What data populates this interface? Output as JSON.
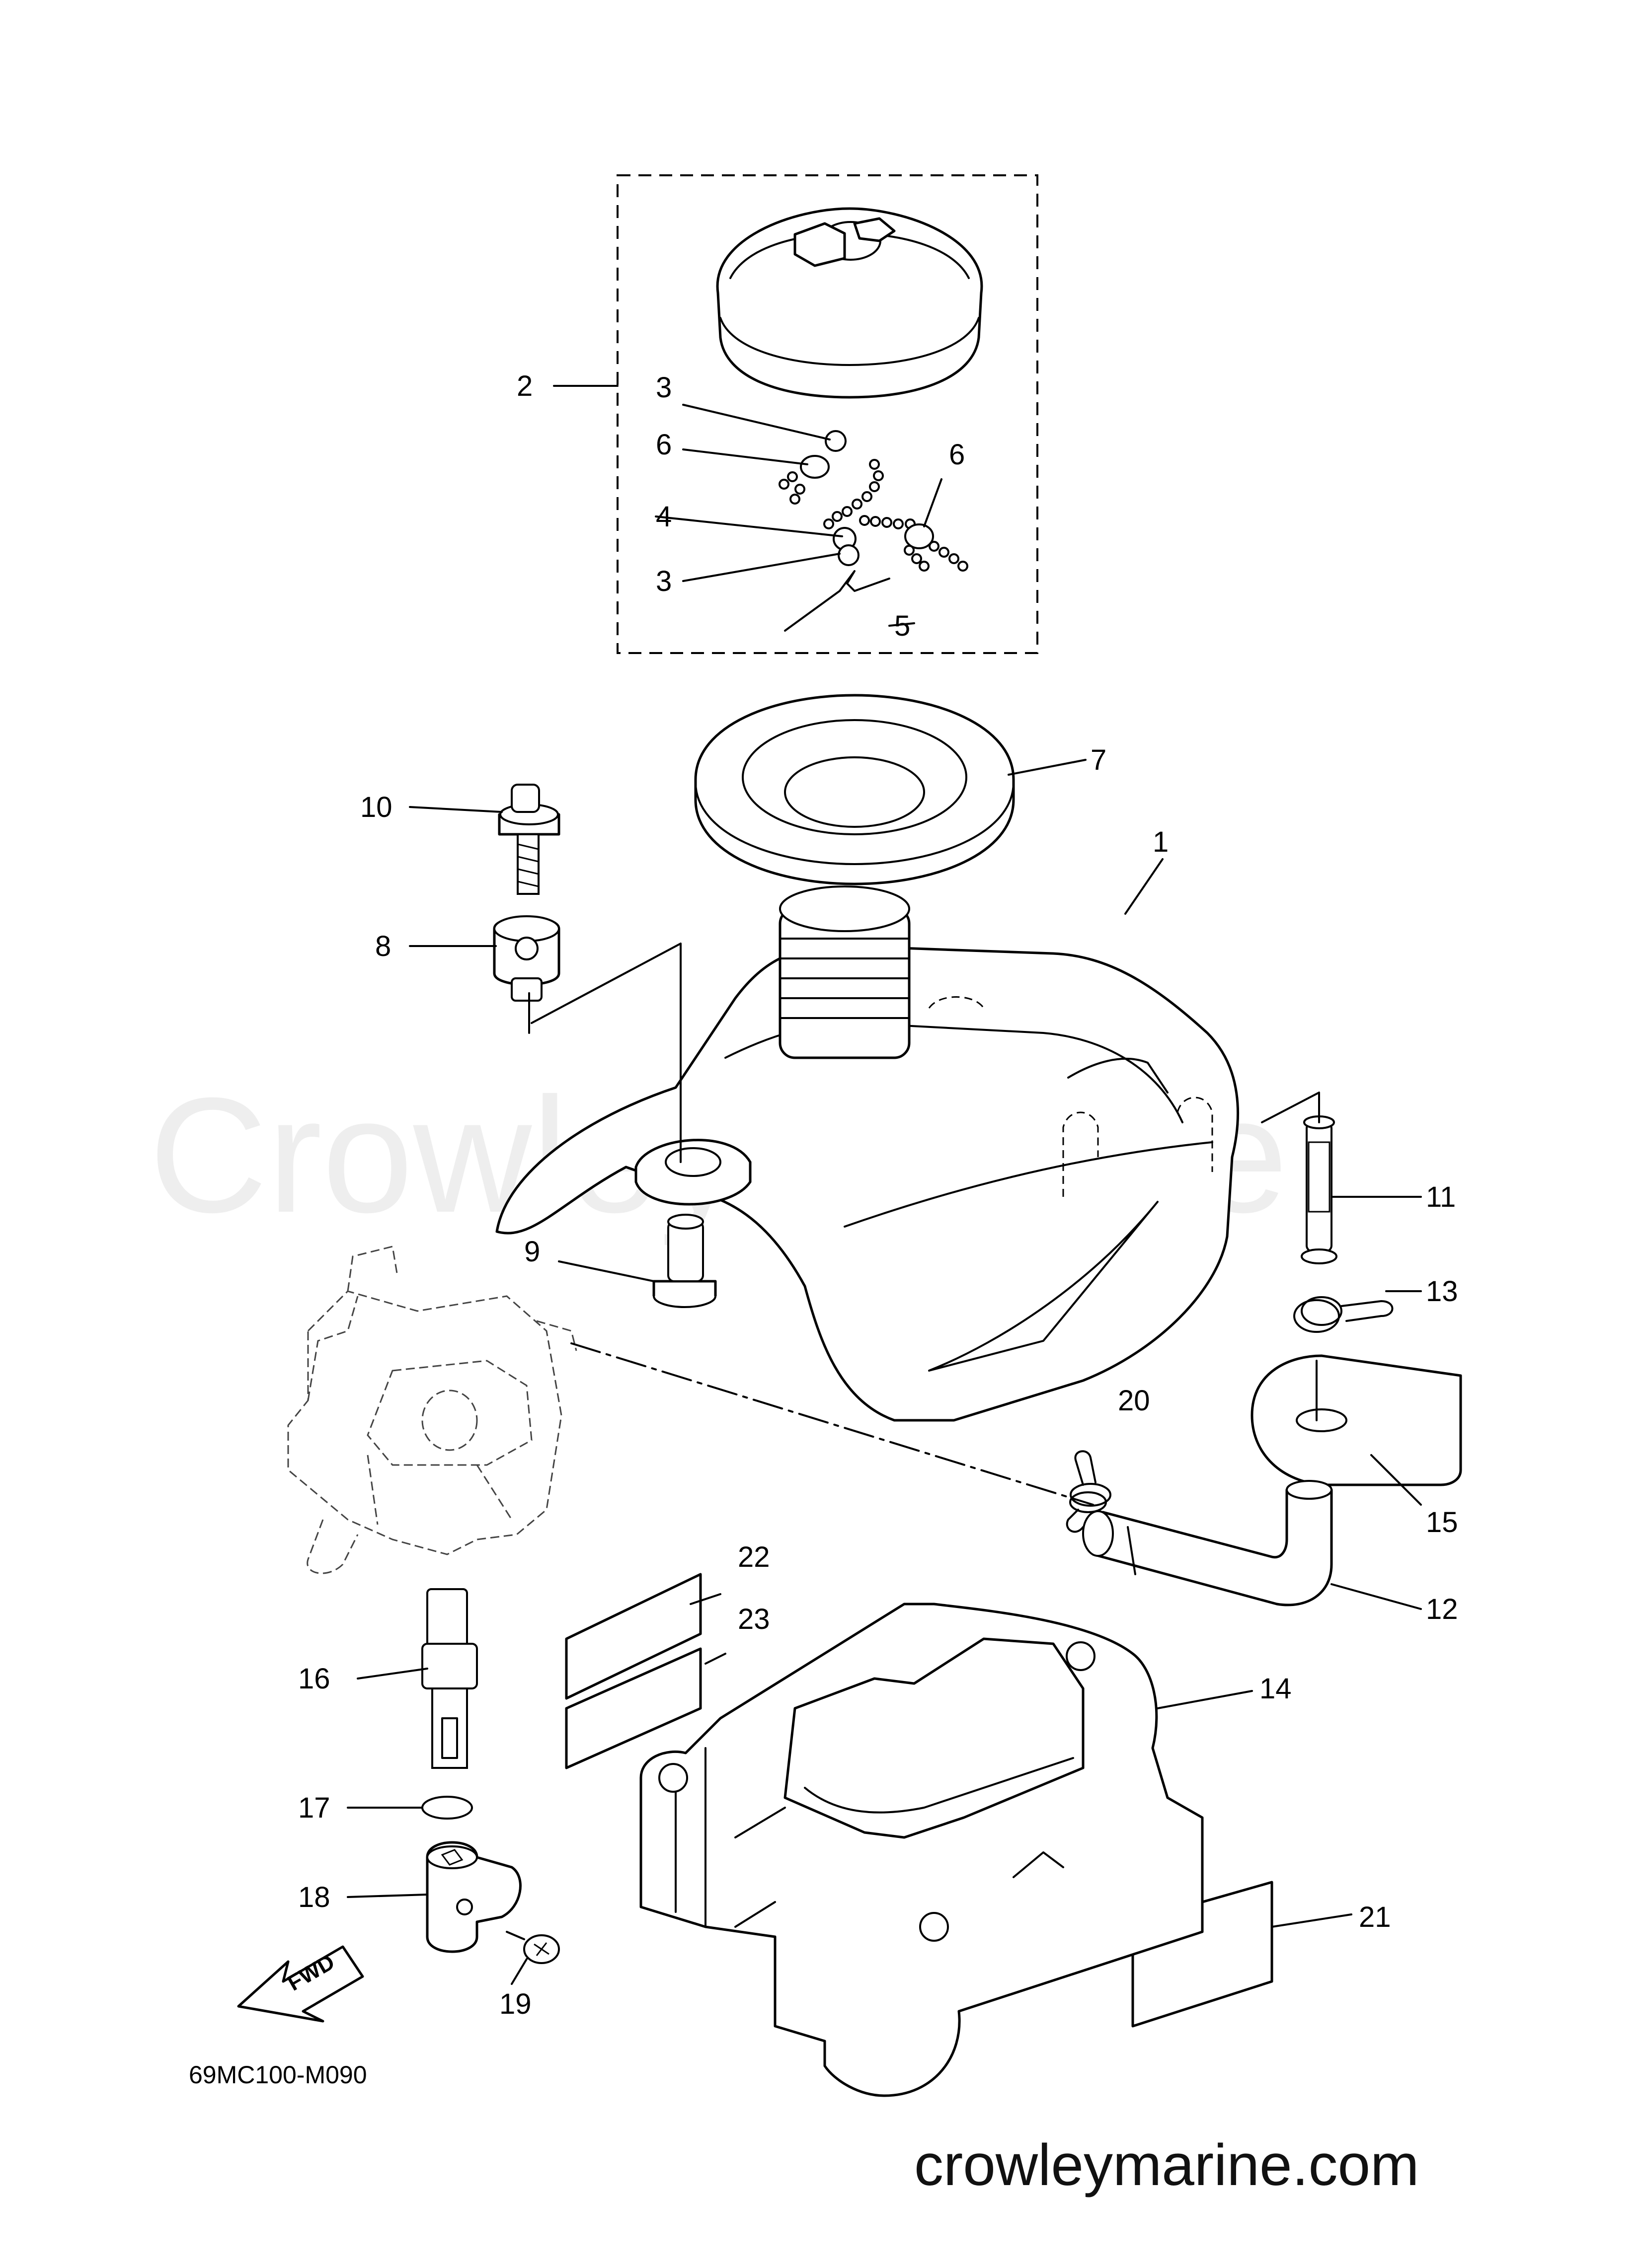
{
  "watermark": "Crowley Marine",
  "website": "crowleymarine.com",
  "diagram_code": "69MC100-M090",
  "fwd_label": "FWD",
  "callouts": [
    "1",
    "2",
    "3",
    "6",
    "4",
    "3",
    "5",
    "6",
    "7",
    "8",
    "9",
    "10",
    "11",
    "12",
    "13",
    "14",
    "15",
    "16",
    "17",
    "18",
    "19",
    "20",
    "21",
    "22",
    "23"
  ]
}
